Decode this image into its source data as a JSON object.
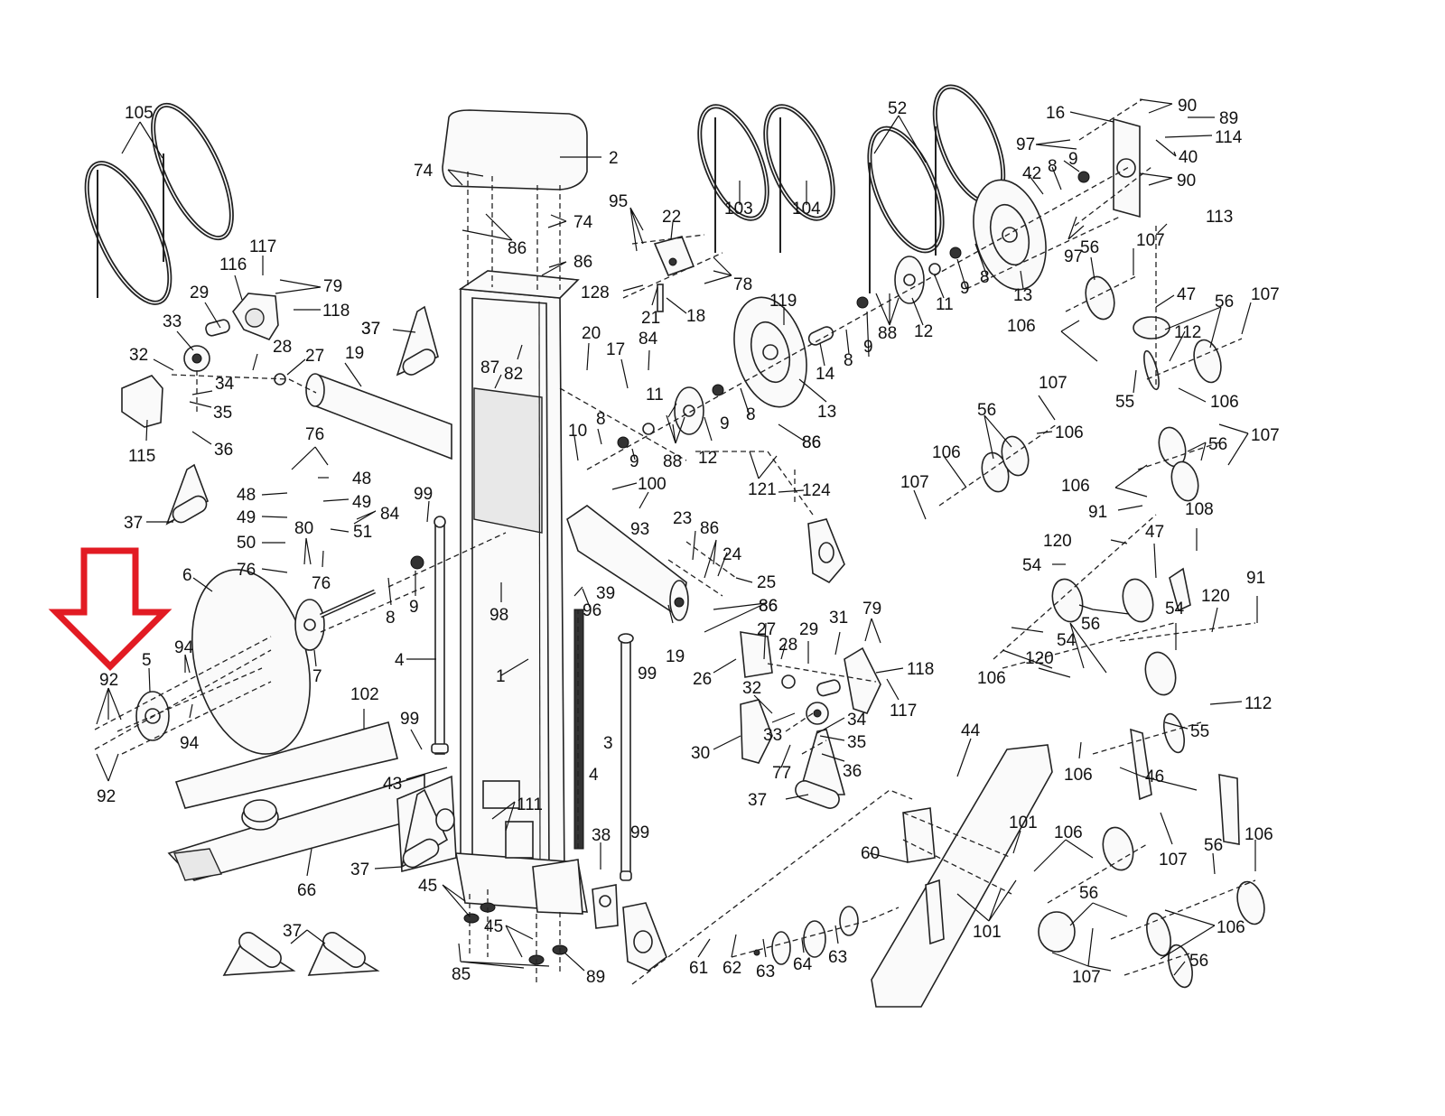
{
  "diagram": {
    "title": "Exploded parts diagram - cable crossover / functional trainer",
    "highlight": {
      "type": "arrow",
      "direction": "down",
      "color": "#e21b23",
      "points_to_part": "92"
    },
    "parts": [
      {
        "id": "p105",
        "label": "105",
        "name": "cable"
      },
      {
        "id": "p117a",
        "label": "117",
        "name": "screw"
      },
      {
        "id": "p116",
        "label": "116",
        "name": "pulley housing"
      },
      {
        "id": "p79a",
        "label": "79",
        "name": "screw"
      },
      {
        "id": "p118a",
        "label": "118",
        "name": "screw"
      },
      {
        "id": "p29a",
        "label": "29",
        "name": "spacer"
      },
      {
        "id": "p33a",
        "label": "33",
        "name": "pulley"
      },
      {
        "id": "p32a",
        "label": "32",
        "name": "pin"
      },
      {
        "id": "p28a",
        "label": "28",
        "name": "nut"
      },
      {
        "id": "p27a",
        "label": "27",
        "name": "bushing"
      },
      {
        "id": "p19a",
        "label": "19",
        "name": "arm"
      },
      {
        "id": "p34a",
        "label": "34",
        "name": "cable stop"
      },
      {
        "id": "p35a",
        "label": "35",
        "name": "ball"
      },
      {
        "id": "p115",
        "label": "115",
        "name": "cover"
      },
      {
        "id": "p36a",
        "label": "36",
        "name": "clip"
      },
      {
        "id": "p37a",
        "label": "37",
        "name": "handle"
      },
      {
        "id": "p37b",
        "label": "37",
        "name": "handle"
      },
      {
        "id": "p76a",
        "label": "76",
        "name": "screw"
      },
      {
        "id": "p48a",
        "label": "48",
        "name": "bracket"
      },
      {
        "id": "p48b",
        "label": "48",
        "name": "bracket"
      },
      {
        "id": "p49a",
        "label": "49",
        "name": "nut"
      },
      {
        "id": "p49b",
        "label": "49",
        "name": "nut"
      },
      {
        "id": "p84a",
        "label": "84",
        "name": "screw"
      },
      {
        "id": "p80",
        "label": "80",
        "name": "screw"
      },
      {
        "id": "p51",
        "label": "51",
        "name": "bracket"
      },
      {
        "id": "p50",
        "label": "50",
        "name": "bracket"
      },
      {
        "id": "p76b",
        "label": "76",
        "name": "screw"
      },
      {
        "id": "p76c",
        "label": "76",
        "name": "screw"
      },
      {
        "id": "p6",
        "label": "6",
        "name": "disc"
      },
      {
        "id": "p94a",
        "label": "94",
        "name": "screw"
      },
      {
        "id": "p94b",
        "label": "94",
        "name": "screw"
      },
      {
        "id": "p5",
        "label": "5",
        "name": "hub"
      },
      {
        "id": "p7",
        "label": "7",
        "name": "flange"
      },
      {
        "id": "p92a",
        "label": "92",
        "name": "screw"
      },
      {
        "id": "p92b",
        "label": "92",
        "name": "screw"
      },
      {
        "id": "p8a",
        "label": "8",
        "name": "clip"
      },
      {
        "id": "p9a",
        "label": "9",
        "name": "bearing"
      },
      {
        "id": "p99a",
        "label": "99",
        "name": "pin"
      },
      {
        "id": "p99b",
        "label": "99",
        "name": "pin"
      },
      {
        "id": "p99c",
        "label": "99",
        "name": "pin"
      },
      {
        "id": "p99d",
        "label": "99",
        "name": "pin"
      },
      {
        "id": "p4a",
        "label": "4",
        "name": "guide rod"
      },
      {
        "id": "p4b",
        "label": "4",
        "name": "guide rod"
      },
      {
        "id": "p1",
        "label": "1",
        "name": "frame"
      },
      {
        "id": "p102",
        "label": "102",
        "name": "cover"
      },
      {
        "id": "p43",
        "label": "43",
        "name": "pulley"
      },
      {
        "id": "p111",
        "label": "111",
        "name": "bracket"
      },
      {
        "id": "p66",
        "label": "66",
        "name": "base"
      },
      {
        "id": "p37c",
        "label": "37",
        "name": "handle"
      },
      {
        "id": "p37d",
        "label": "37",
        "name": "handle"
      },
      {
        "id": "p45a",
        "label": "45",
        "name": "foot"
      },
      {
        "id": "p45b",
        "label": "45",
        "name": "foot"
      },
      {
        "id": "p85",
        "label": "85",
        "name": "screw"
      },
      {
        "id": "p89a",
        "label": "89",
        "name": "screw"
      },
      {
        "id": "p38",
        "label": "38",
        "name": "bracket"
      },
      {
        "id": "p3",
        "label": "3",
        "name": "spring"
      },
      {
        "id": "p98",
        "label": "98",
        "name": "nut"
      },
      {
        "id": "p96",
        "label": "96",
        "name": "screw"
      },
      {
        "id": "p39",
        "label": "39",
        "name": "eyebolt"
      },
      {
        "id": "p2",
        "label": "2",
        "name": "top cap"
      },
      {
        "id": "p74a",
        "label": "74",
        "name": "nut"
      },
      {
        "id": "p74b",
        "label": "74",
        "name": "nut"
      },
      {
        "id": "p86a",
        "label": "86",
        "name": "screw"
      },
      {
        "id": "p86b",
        "label": "86",
        "name": "screw"
      },
      {
        "id": "p86c",
        "label": "86",
        "name": "screw"
      },
      {
        "id": "p86d",
        "label": "86",
        "name": "screw"
      },
      {
        "id": "p86e",
        "label": "86",
        "name": "screw"
      },
      {
        "id": "p87",
        "label": "87",
        "name": "screw"
      },
      {
        "id": "p82",
        "label": "82",
        "name": "screw"
      },
      {
        "id": "p37e",
        "label": "37",
        "name": "handle"
      },
      {
        "id": "p95",
        "label": "95",
        "name": "screw"
      },
      {
        "id": "p22",
        "label": "22",
        "name": "bracket"
      },
      {
        "id": "p78",
        "label": "78",
        "name": "screw"
      },
      {
        "id": "p128",
        "label": "128",
        "name": "screw"
      },
      {
        "id": "p21",
        "label": "21",
        "name": "washer"
      },
      {
        "id": "p18",
        "label": "18",
        "name": "spring"
      },
      {
        "id": "p20",
        "label": "20",
        "name": "bracket"
      },
      {
        "id": "p17",
        "label": "17",
        "name": "plate"
      },
      {
        "id": "p84b",
        "label": "84",
        "name": "screw"
      },
      {
        "id": "p11a",
        "label": "11",
        "name": "spacer"
      },
      {
        "id": "p10",
        "label": "10",
        "name": "spacer"
      },
      {
        "id": "p8b",
        "label": "8",
        "name": "clip"
      },
      {
        "id": "p9b",
        "label": "9",
        "name": "bearing"
      },
      {
        "id": "p88a",
        "label": "88",
        "name": "screw"
      },
      {
        "id": "p12a",
        "label": "12",
        "name": "flange"
      },
      {
        "id": "p100",
        "label": "100",
        "name": "bolt"
      },
      {
        "id": "p93",
        "label": "93",
        "name": "bolt"
      },
      {
        "id": "p23",
        "label": "23",
        "name": "bracket"
      },
      {
        "id": "p24",
        "label": "24",
        "name": "bracket"
      },
      {
        "id": "p25",
        "label": "25",
        "name": "cable"
      },
      {
        "id": "p19b",
        "label": "19",
        "name": "arm"
      },
      {
        "id": "p103",
        "label": "103",
        "name": "cable"
      },
      {
        "id": "p104",
        "label": "104",
        "name": "cable"
      },
      {
        "id": "p52",
        "label": "52",
        "name": "cable"
      },
      {
        "id": "p119",
        "label": "119",
        "name": "pulley"
      },
      {
        "id": "p14",
        "label": "14",
        "name": "axle"
      },
      {
        "id": "p8c",
        "label": "8",
        "name": "clip"
      },
      {
        "id": "p9c",
        "label": "9",
        "name": "bearing"
      },
      {
        "id": "p88b",
        "label": "88",
        "name": "screw"
      },
      {
        "id": "p12b",
        "label": "12",
        "name": "flange"
      },
      {
        "id": "p11b",
        "label": "11",
        "name": "spacer"
      },
      {
        "id": "p9d",
        "label": "9",
        "name": "bearing"
      },
      {
        "id": "p8d",
        "label": "8",
        "name": "clip"
      },
      {
        "id": "p13a",
        "label": "13",
        "name": "pulley"
      },
      {
        "id": "p13b",
        "label": "13",
        "name": "pulley"
      },
      {
        "id": "p9e",
        "label": "9",
        "name": "bearing"
      },
      {
        "id": "p8e",
        "label": "8",
        "name": "clip"
      },
      {
        "id": "p42",
        "label": "42",
        "name": "spacer"
      },
      {
        "id": "p8f",
        "label": "8",
        "name": "clip"
      },
      {
        "id": "p9f",
        "label": "9",
        "name": "bearing"
      },
      {
        "id": "p86f",
        "label": "86",
        "name": "screw"
      },
      {
        "id": "p121",
        "label": "121",
        "name": "clip"
      },
      {
        "id": "p124",
        "label": "124",
        "name": "screw"
      },
      {
        "id": "p16",
        "label": "16",
        "name": "plate"
      },
      {
        "id": "p97a",
        "label": "97",
        "name": "nut"
      },
      {
        "id": "p97b",
        "label": "97",
        "name": "nut"
      },
      {
        "id": "p90a",
        "label": "90",
        "name": "screw"
      },
      {
        "id": "p90b",
        "label": "90",
        "name": "screw"
      },
      {
        "id": "p89b",
        "label": "89",
        "name": "screw"
      },
      {
        "id": "p114",
        "label": "114",
        "name": "washer"
      },
      {
        "id": "p40",
        "label": "40",
        "name": "spacer"
      },
      {
        "id": "p113",
        "label": "113",
        "name": "bolt"
      },
      {
        "id": "p107a",
        "label": "107",
        "name": "bolt"
      },
      {
        "id": "p56a",
        "label": "56",
        "name": "pulley"
      },
      {
        "id": "p47a",
        "label": "47",
        "name": "bracket"
      },
      {
        "id": "p56b",
        "label": "56",
        "name": "pulley"
      },
      {
        "id": "p107b",
        "label": "107",
        "name": "bolt"
      },
      {
        "id": "p106a",
        "label": "106",
        "name": "nut"
      },
      {
        "id": "p112a",
        "label": "112",
        "name": "bolt"
      },
      {
        "id": "p55a",
        "label": "55",
        "name": "pulley"
      },
      {
        "id": "p106b",
        "label": "106",
        "name": "nut"
      },
      {
        "id": "p107c",
        "label": "107",
        "name": "bolt"
      },
      {
        "id": "p56c",
        "label": "56",
        "name": "pulley"
      },
      {
        "id": "p106c",
        "label": "106",
        "name": "nut"
      },
      {
        "id": "p106d",
        "label": "106",
        "name": "nut"
      },
      {
        "id": "p107d",
        "label": "107",
        "name": "bolt"
      },
      {
        "id": "p56d",
        "label": "56",
        "name": "pulley"
      },
      {
        "id": "p107e",
        "label": "107",
        "name": "bolt"
      },
      {
        "id": "p106e",
        "label": "106",
        "name": "nut"
      },
      {
        "id": "p91a",
        "label": "91",
        "name": "bolt"
      },
      {
        "id": "p108",
        "label": "108",
        "name": "bolt"
      },
      {
        "id": "p120a",
        "label": "120",
        "name": "washer"
      },
      {
        "id": "p47b",
        "label": "47",
        "name": "bracket"
      },
      {
        "id": "p54a",
        "label": "54",
        "name": "spacer"
      },
      {
        "id": "p91b",
        "label": "91",
        "name": "bolt"
      },
      {
        "id": "p56e",
        "label": "56",
        "name": "pulley"
      },
      {
        "id": "p54b",
        "label": "54",
        "name": "spacer"
      },
      {
        "id": "p120b",
        "label": "120",
        "name": "washer"
      },
      {
        "id": "p54c",
        "label": "54",
        "name": "spacer"
      },
      {
        "id": "p120c",
        "label": "120",
        "name": "washer"
      },
      {
        "id": "p106f",
        "label": "106",
        "name": "nut"
      },
      {
        "id": "p112b",
        "label": "112",
        "name": "bolt"
      },
      {
        "id": "p55b",
        "label": "55",
        "name": "pulley"
      },
      {
        "id": "p106g",
        "label": "106",
        "name": "nut"
      },
      {
        "id": "p46",
        "label": "46",
        "name": "pulley bracket"
      },
      {
        "id": "p44",
        "label": "44",
        "name": "seat frame"
      },
      {
        "id": "p101a",
        "label": "101",
        "name": "bolt"
      },
      {
        "id": "p101b",
        "label": "101",
        "name": "bolt"
      },
      {
        "id": "p60",
        "label": "60",
        "name": "bracket"
      },
      {
        "id": "p106h",
        "label": "106",
        "name": "nut"
      },
      {
        "id": "p107f",
        "label": "107",
        "name": "bolt"
      },
      {
        "id": "p56f",
        "label": "56",
        "name": "pulley"
      },
      {
        "id": "p106i",
        "label": "106",
        "name": "nut"
      },
      {
        "id": "p56g",
        "label": "56",
        "name": "pulley"
      },
      {
        "id": "p106j",
        "label": "106",
        "name": "nut"
      },
      {
        "id": "p107g",
        "label": "107",
        "name": "bolt"
      },
      {
        "id": "p56h",
        "label": "56",
        "name": "pulley"
      },
      {
        "id": "p61",
        "label": "61",
        "name": "screw"
      },
      {
        "id": "p62",
        "label": "62",
        "name": "washer"
      },
      {
        "id": "p63a",
        "label": "63",
        "name": "knob"
      },
      {
        "id": "p64",
        "label": "64",
        "name": "pulley"
      },
      {
        "id": "p63b",
        "label": "63",
        "name": "cover"
      },
      {
        "id": "p37f",
        "label": "37",
        "name": "handle"
      },
      {
        "id": "p26",
        "label": "26",
        "name": "bracket"
      },
      {
        "id": "p27b",
        "label": "27",
        "name": "bushing"
      },
      {
        "id": "p28b",
        "label": "28",
        "name": "nut"
      },
      {
        "id": "p29b",
        "label": "29",
        "name": "spacer"
      },
      {
        "id": "p31",
        "label": "31",
        "name": "pulley housing"
      },
      {
        "id": "p79b",
        "label": "79",
        "name": "screw"
      },
      {
        "id": "p118b",
        "label": "118",
        "name": "screw"
      },
      {
        "id": "p117b",
        "label": "117",
        "name": "screw"
      },
      {
        "id": "p32b",
        "label": "32",
        "name": "pin"
      },
      {
        "id": "p33b",
        "label": "33",
        "name": "pulley"
      },
      {
        "id": "p30",
        "label": "30",
        "name": "cover"
      },
      {
        "id": "p34b",
        "label": "34",
        "name": "cable stop"
      },
      {
        "id": "p35b",
        "label": "35",
        "name": "ball"
      },
      {
        "id": "p36b",
        "label": "36",
        "name": "clip"
      },
      {
        "id": "p77",
        "label": "77",
        "name": "screw"
      },
      {
        "id": "p86g",
        "label": "86",
        "name": "screw"
      }
    ]
  }
}
